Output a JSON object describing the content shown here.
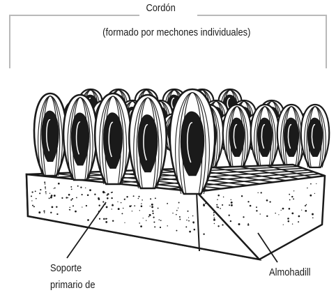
{
  "labels": {
    "cord_title": "Cordón",
    "cord_subtitle": "(formado por mechones individuales)",
    "primary_backing_line1": "Soporte",
    "primary_backing_line2": "primario de",
    "padding": "Almohadill"
  },
  "colors": {
    "ink": "#1a1a1a",
    "paper": "#ffffff",
    "bracket": "#b9b9b9"
  }
}
